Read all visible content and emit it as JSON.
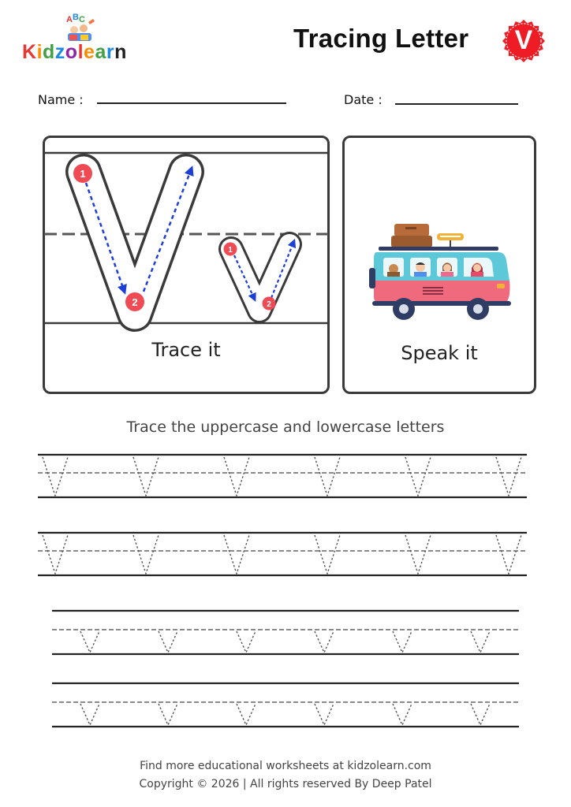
{
  "header": {
    "logo_text": [
      "K",
      "i",
      "d",
      "z",
      "o",
      "l",
      "e",
      "a",
      "r",
      "n"
    ],
    "logo_abc": "ABC",
    "title": "Tracing Letter",
    "badge_letter": "V"
  },
  "form": {
    "name_label": "Name :",
    "date_label": "Date :"
  },
  "trace_panel": {
    "caption": "Trace it",
    "uppercase_steps": [
      "1",
      "2"
    ],
    "lowercase_steps": [
      "1",
      "2"
    ]
  },
  "speak_panel": {
    "caption": "Speak it",
    "image": "van-with-luggage"
  },
  "instruction": "Trace the uppercase and lowercase letters",
  "practice": {
    "uppercase_rows": 2,
    "lowercase_rows": 2,
    "letters_per_row": 6,
    "uppercase_glyph": "V",
    "lowercase_glyph": "v"
  },
  "footer": {
    "line1": "Find more educational worksheets at kidzolearn.com",
    "line2": "Copyright © 2026 | All rights reserved By Deep Patel"
  },
  "colors": {
    "step_marker": "#ef4b55",
    "arrow": "#1e3fd6",
    "badge": "#ee1c25",
    "van_body": "#f06a7e",
    "van_top": "#5cc8d8"
  }
}
